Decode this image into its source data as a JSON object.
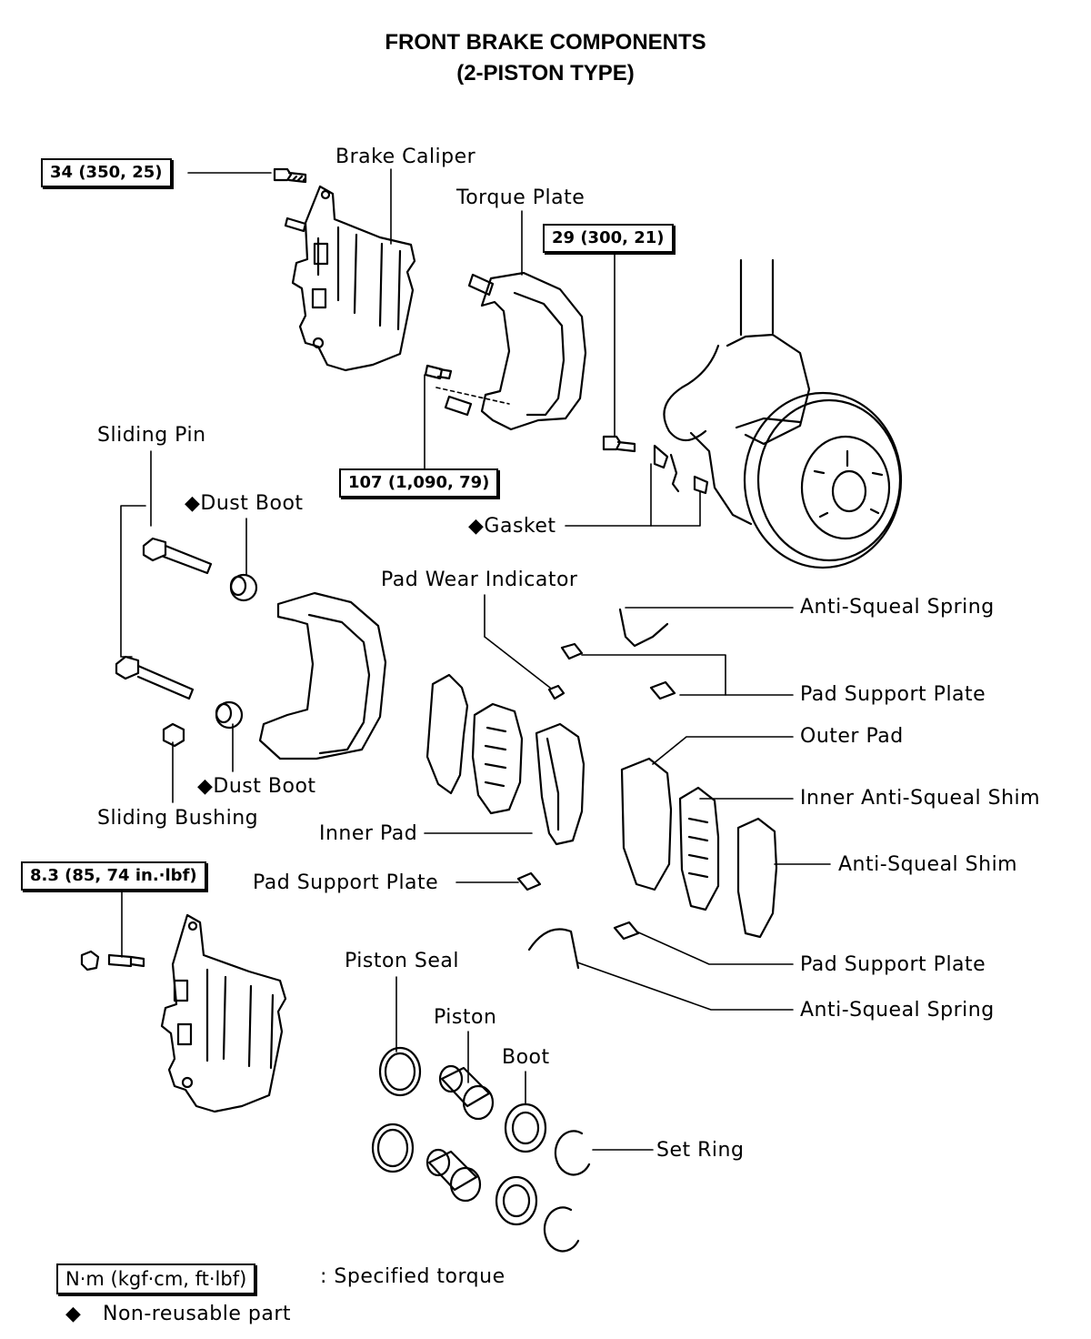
{
  "title": {
    "line1": "FRONT BRAKE COMPONENTS",
    "line2": "(2-PISTON TYPE)"
  },
  "torque_specs": {
    "caliper_bolt": "34 (350, 25)",
    "hose_bolt": "29 (300, 21)",
    "torque_plate_bolt": "107 (1,090, 79)",
    "bleeder": "8.3 (85, 74 in.·lbf)"
  },
  "labels": {
    "brake_caliper": "Brake Caliper",
    "torque_plate": "Torque Plate",
    "sliding_pin": "Sliding Pin",
    "dust_boot_top": "Dust Boot",
    "dust_boot_bottom": "Dust Boot",
    "gasket": "Gasket",
    "pad_wear_indicator": "Pad Wear Indicator",
    "anti_squeal_spring_top": "Anti-Squeal Spring",
    "pad_support_plate_right_top": "Pad Support Plate",
    "outer_pad": "Outer Pad",
    "inner_anti_squeal_shim": "Inner Anti-Squeal Shim",
    "anti_squeal_shim": "Anti-Squeal Shim",
    "sliding_bushing": "Sliding Bushing",
    "inner_pad": "Inner Pad",
    "pad_support_plate_left": "Pad Support Plate",
    "pad_support_plate_right_bottom": "Pad Support Plate",
    "anti_squeal_spring_bottom": "Anti-Squeal Spring",
    "piston_seal": "Piston Seal",
    "piston": "Piston",
    "boot": "Boot",
    "set_ring": "Set Ring"
  },
  "non_reusable_marker": "◆",
  "legend": {
    "torque_unit": "N·m (kgf·cm, ft·lbf)",
    "torque_desc": ":  Specified torque",
    "marker": "◆",
    "marker_desc": "Non-reusable part"
  }
}
